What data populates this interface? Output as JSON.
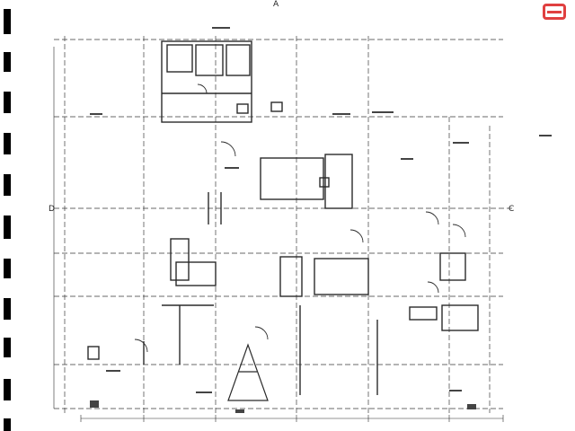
{
  "plan": {
    "grid_left_label": "D",
    "grid_right_label": "C",
    "top_mark": "A"
  },
  "colors": {
    "line": "#2a2a2a",
    "grid": "#3a3a3a",
    "badge": "#e04040"
  }
}
